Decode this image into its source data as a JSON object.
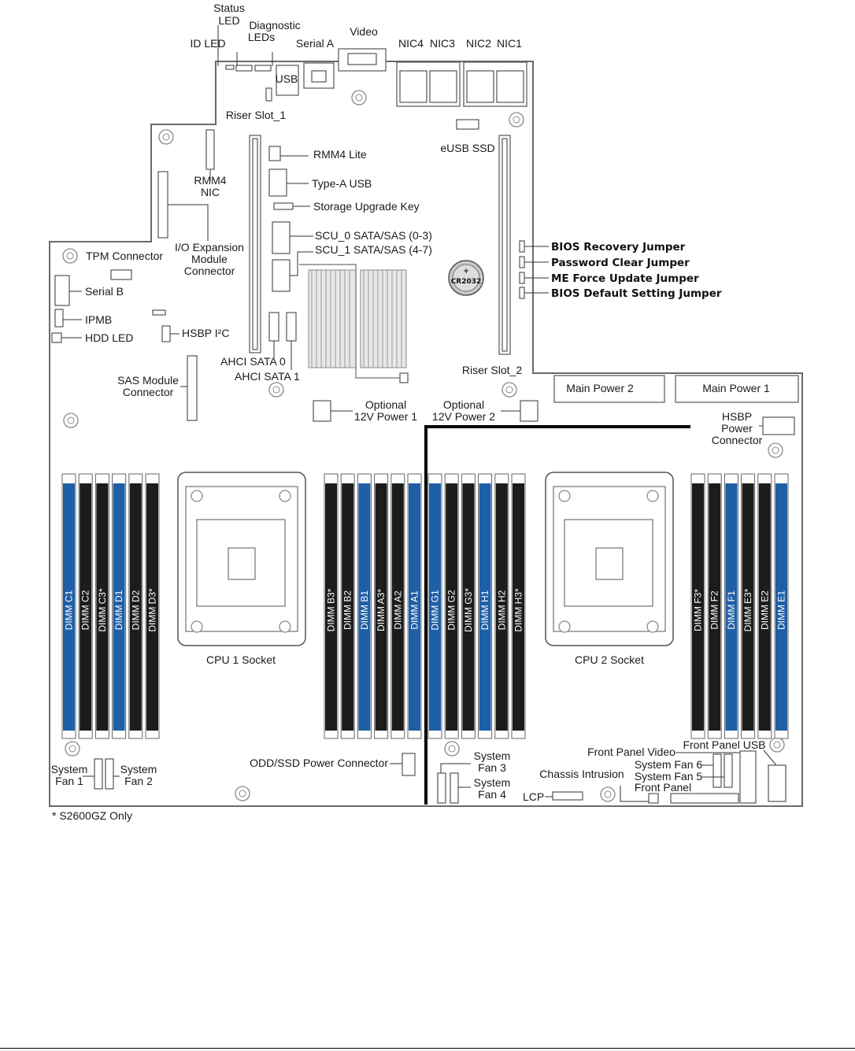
{
  "colors": {
    "dimm_blue": "#1f5fa6",
    "dimm_black": "#1c1c1c",
    "outline": "#6a6a6a",
    "bold_line": "#000000"
  },
  "labels": {
    "status_led": "Status",
    "status_led_2": "LED",
    "diagnostic": "Diagnostic",
    "diagnostic_2": "LEDs",
    "id_led": "ID LED",
    "serial_a": "Serial A",
    "video": "Video",
    "nic4": "NIC4",
    "nic3": "NIC3",
    "nic2": "NIC2",
    "nic1": "NIC1",
    "usb": "USB",
    "riser_slot_1": "Riser Slot_1",
    "rmm4_lite": "RMM4 Lite",
    "esub_ssd": "eUSB SSD",
    "rmm4_nic": "RMM4",
    "rmm4_nic_2": "NIC",
    "type_a_usb": "Type-A USB",
    "storage_upgrade_key": "Storage Upgrade Key",
    "scu0": "SCU_0  SATA/SAS  (0-3)",
    "scu1": "SCU_1  SATA/SAS  (4-7)",
    "tpm": "TPM Connector",
    "io_exp": "I/O Expansion",
    "io_exp_2": "Module",
    "io_exp_3": "Connector",
    "bios_recovery": "BIOS Recovery Jumper",
    "password_clear": "Password Clear Jumper",
    "me_force": "ME Force Update Jumper",
    "bios_default": "BIOS Default Setting Jumper",
    "serial_b": "Serial B",
    "ipmb": "IPMB",
    "hdd_led": "HDD LED",
    "hsbp_i2c": "HSBP I²C",
    "ahci0": "AHCI  SATA 0",
    "ahci1": "AHCI  SATA 1",
    "riser_slot_2": "Riser Slot_2",
    "main_power_2": "Main Power 2",
    "main_power_1": "Main Power 1",
    "sas_module": "SAS Module",
    "sas_module_2": "Connector",
    "opt12v1": "Optional",
    "opt12v1_2": "12V Power 1",
    "opt12v2": "Optional",
    "opt12v2_2": "12V Power 2",
    "hsbp_power": "HSBP",
    "hsbp_power_2": "Power",
    "hsbp_power_3": "Connector",
    "battery": "CR2032",
    "battery_plus": "+",
    "cpu1": "CPU 1 Socket",
    "cpu2": "CPU 2 Socket",
    "sys_fan1": "System",
    "sys_fan1_2": "Fan 1",
    "sys_fan2": "System",
    "sys_fan2_2": "Fan 2",
    "odd_ssd": "ODD/SSD Power Connector",
    "sys_fan3": "System",
    "sys_fan3_2": "Fan 3",
    "sys_fan4": "System",
    "sys_fan4_2": "Fan 4",
    "front_panel_video": "Front Panel Video",
    "front_panel_usb": "Front Panel USB",
    "chassis_intrusion": "Chassis Intrusion",
    "sys_fan6": "System Fan 6",
    "sys_fan5": "System Fan 5",
    "front_panel": "Front Panel",
    "lcp": "LCP",
    "footnote": "* S2600GZ Only"
  },
  "dimms": {
    "group_cd": [
      "DIMM C1",
      "DIMM C2",
      "DIMM C3*",
      "DIMM D1",
      "DIMM D2",
      "DIMM D3*"
    ],
    "group_cd_colors": [
      "blue",
      "black",
      "black",
      "blue",
      "black",
      "black"
    ],
    "group_ba": [
      "DIMM B3*",
      "DIMM B2",
      "DIMM B1",
      "DIMM A3*",
      "DIMM A2",
      "DIMM A1"
    ],
    "group_ba_colors": [
      "black",
      "black",
      "blue",
      "black",
      "black",
      "blue"
    ],
    "group_gh": [
      "DIMM G1",
      "DIMM G2",
      "DIMM G3*",
      "DIMM H1",
      "DIMM H2",
      "DIMM H3*"
    ],
    "group_gh_colors": [
      "blue",
      "black",
      "black",
      "blue",
      "black",
      "black"
    ],
    "group_fe": [
      "DIMM F3*",
      "DIMM F2",
      "DIMM F1",
      "DIMM E3*",
      "DIMM E2",
      "DIMM E1"
    ],
    "group_fe_colors": [
      "black",
      "black",
      "blue",
      "black",
      "black",
      "blue"
    ]
  }
}
